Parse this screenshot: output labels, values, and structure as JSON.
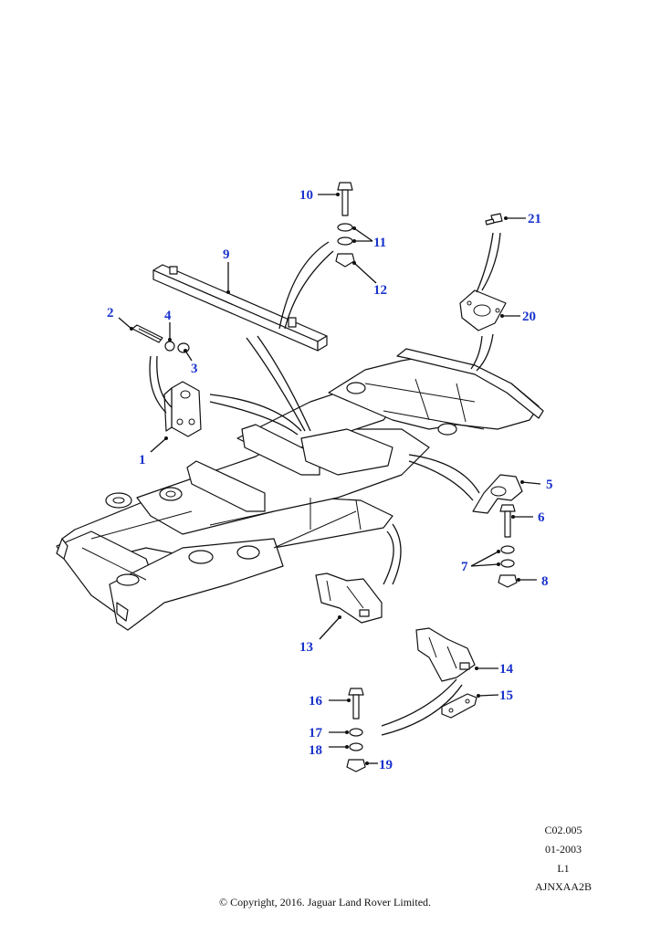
{
  "colors": {
    "callout": "#1a33cc",
    "line": "#111111"
  },
  "callouts": [
    {
      "id": "c1",
      "label": "1"
    },
    {
      "id": "c2",
      "label": "2"
    },
    {
      "id": "c3",
      "label": "3"
    },
    {
      "id": "c4",
      "label": "4"
    },
    {
      "id": "c5",
      "label": "5"
    },
    {
      "id": "c6",
      "label": "6"
    },
    {
      "id": "c7",
      "label": "7"
    },
    {
      "id": "c8",
      "label": "8"
    },
    {
      "id": "c9",
      "label": "9"
    },
    {
      "id": "c10",
      "label": "10"
    },
    {
      "id": "c11",
      "label": "11"
    },
    {
      "id": "c12",
      "label": "12"
    },
    {
      "id": "c13",
      "label": "13"
    },
    {
      "id": "c14",
      "label": "14"
    },
    {
      "id": "c15",
      "label": "15"
    },
    {
      "id": "c16",
      "label": "16"
    },
    {
      "id": "c17",
      "label": "17"
    },
    {
      "id": "c18",
      "label": "18"
    },
    {
      "id": "c19",
      "label": "19"
    },
    {
      "id": "c20",
      "label": "20"
    },
    {
      "id": "c21",
      "label": "21"
    }
  ],
  "meta": {
    "ref": "C02.005",
    "date": "01-2003",
    "level": "L1",
    "code": "AJNXAA2B"
  },
  "copyright": "© Copyright, 2016. Jaguar Land Rover Limited."
}
